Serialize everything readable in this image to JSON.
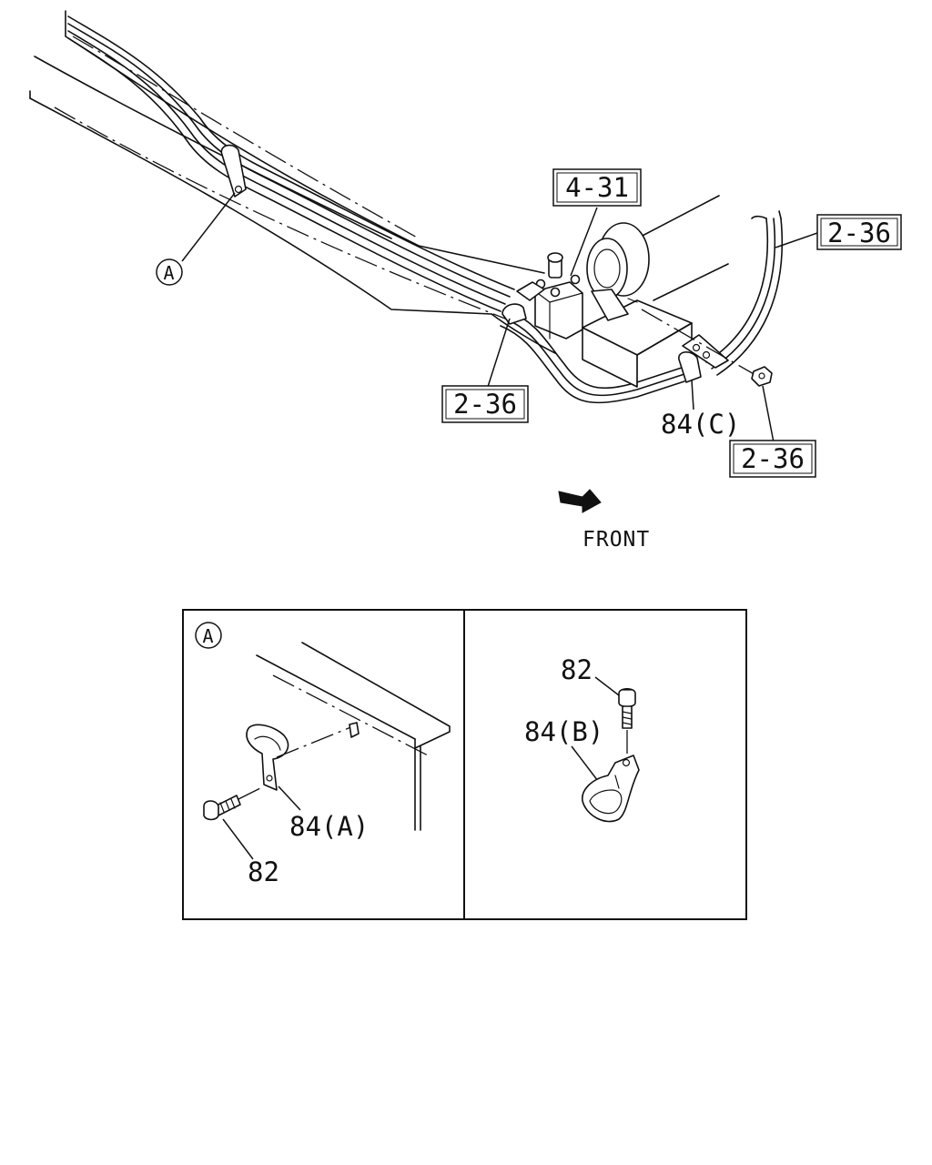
{
  "callouts": {
    "ref_4_31": "4-31",
    "ref_2_36_top": "2-36",
    "ref_2_36_mid": "2-36",
    "ref_2_36_bottom": "2-36",
    "part_84c": "84(C)",
    "detail_marker": "A"
  },
  "direction": {
    "label": "FRONT"
  },
  "detail_a": {
    "marker": "A",
    "part_84a": "84(A)",
    "part_82": "82"
  },
  "detail_b": {
    "part_82": "82",
    "part_84b": "84(B)"
  }
}
